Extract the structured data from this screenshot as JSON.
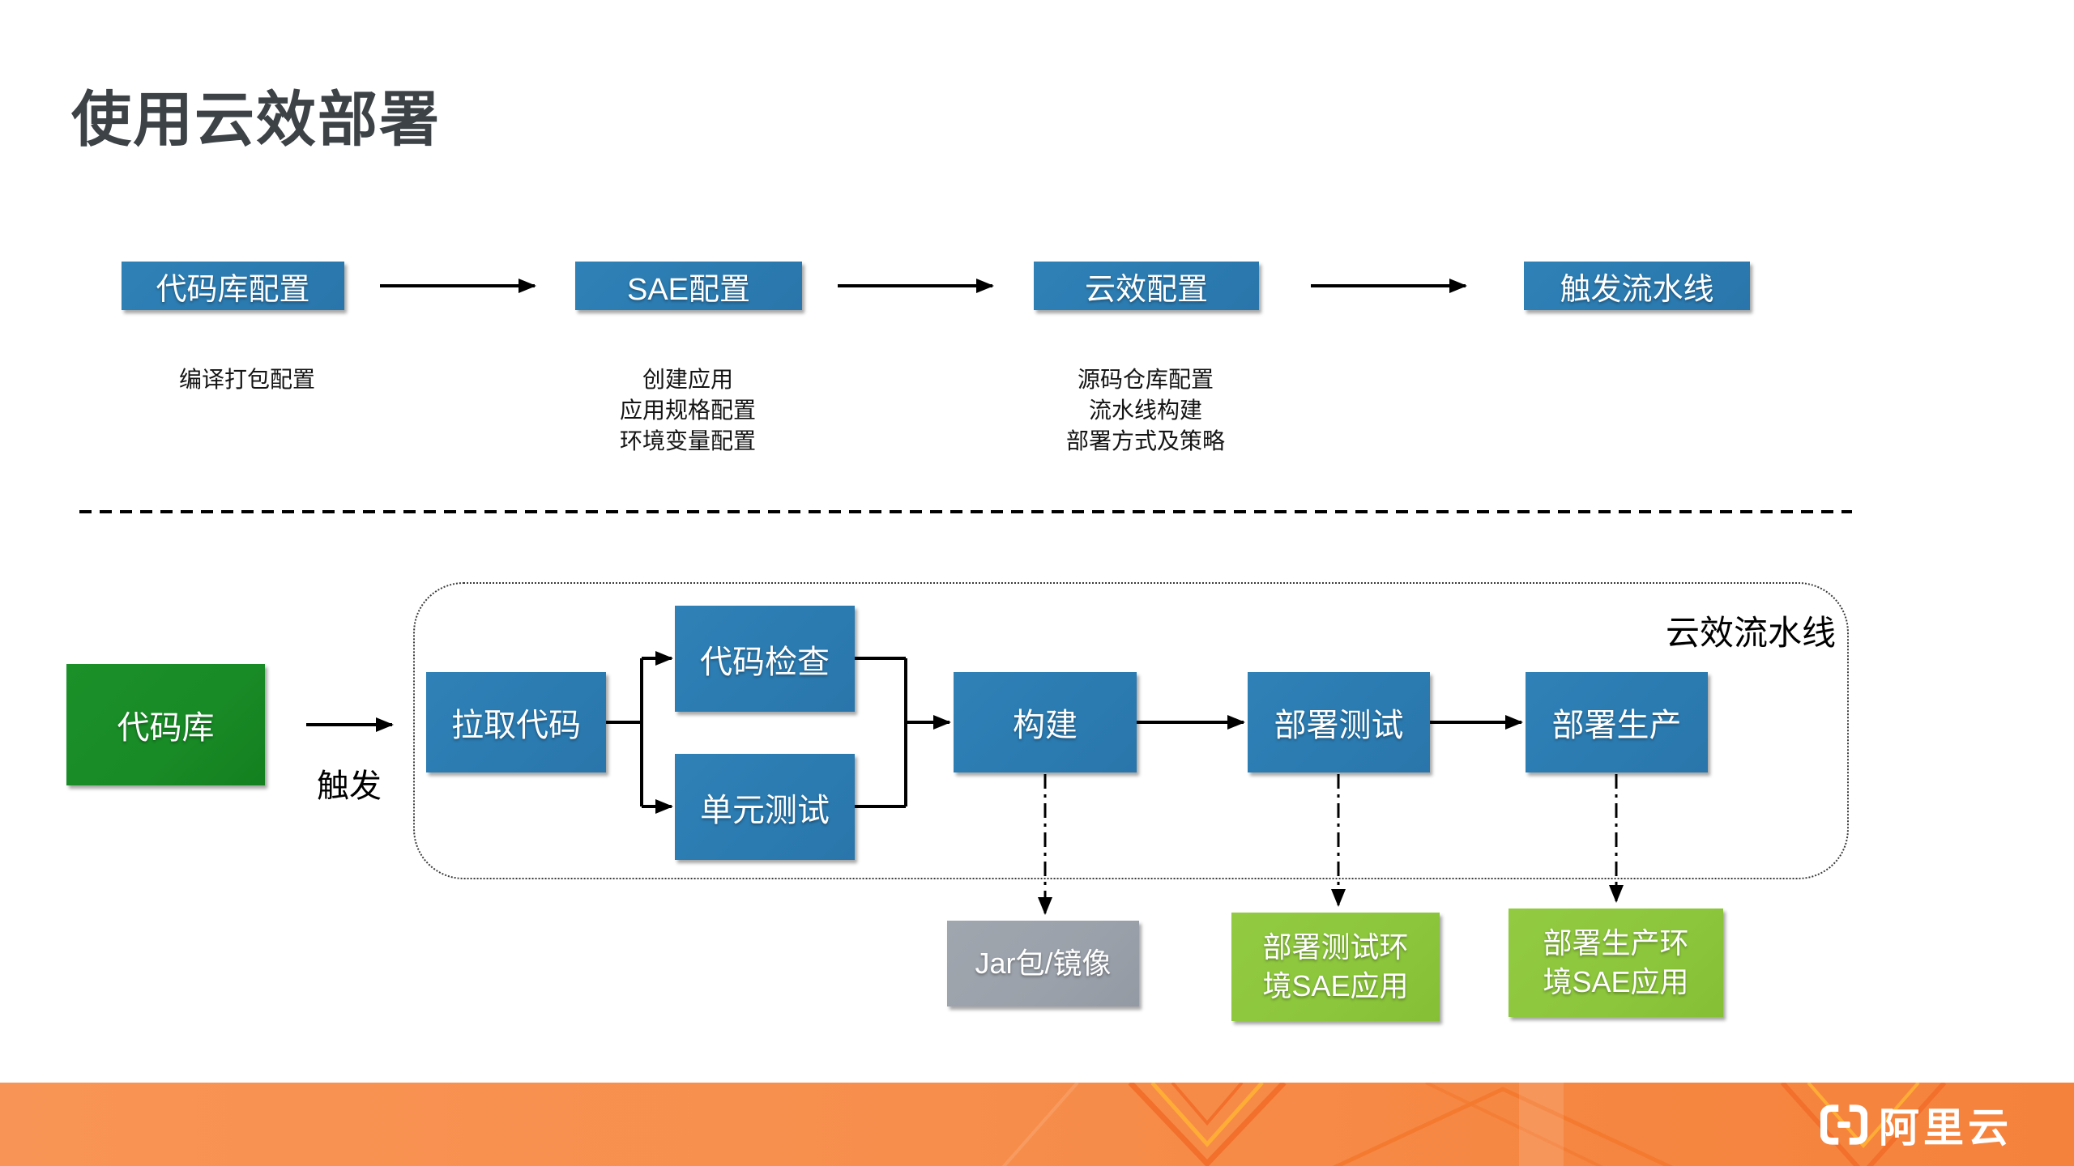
{
  "page": {
    "title": "使用云效部署"
  },
  "colors": {
    "node_blue": "#2b7bb1",
    "node_green_dark": "#188a26",
    "node_green_light": "#8cc63c",
    "node_gray": "#9ba1aa",
    "title_text": "#3c4246",
    "footer_orange": "#f78e4c",
    "footer_pattern_dark": "#f2702b",
    "footer_pattern_yellow": "#ffad36",
    "connector_black": "#000000"
  },
  "top_flow": {
    "steps": [
      {
        "label": "代码库配置",
        "notes": [
          "编译打包配置"
        ]
      },
      {
        "label": "SAE配置",
        "notes": [
          "创建应用",
          "应用规格配置",
          "环境变量配置"
        ]
      },
      {
        "label": "云效配置",
        "notes": [
          "源码仓库配置",
          "流水线构建",
          "部署方式及策略"
        ]
      },
      {
        "label": "触发流水线",
        "notes": []
      }
    ]
  },
  "pipeline": {
    "container_label": "云效流水线",
    "source_label": "代码库",
    "trigger_label": "触发",
    "stages": {
      "pull": "拉取代码",
      "check": "代码检查",
      "unit": "单元测试",
      "build": "构建",
      "deploy_test": "部署测试",
      "deploy_prod": "部署生产"
    }
  },
  "outputs": [
    {
      "label": "Jar包/镜像"
    },
    {
      "label": "部署测试环境SAE应用"
    },
    {
      "label": "部署生产环境SAE应用"
    }
  ],
  "footer": {
    "brand": "阿里云"
  }
}
